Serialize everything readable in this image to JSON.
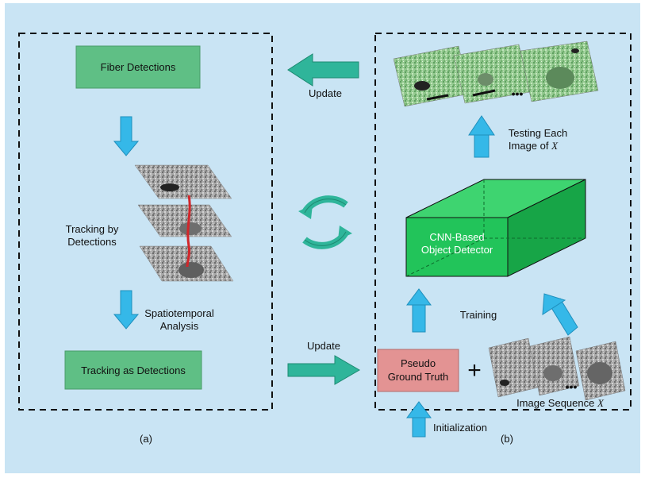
{
  "colors": {
    "background": "#c9e4f4",
    "green_box": "#5fbf85",
    "pink_box": "#e39393",
    "blue_arrow": "#35b8e8",
    "teal_arrow": "#2fb59a",
    "cube_green": "#22c45a",
    "dashed_border": "#111111"
  },
  "panel_a": {
    "caption": "(a)",
    "fiber_detections": "Fiber Detections",
    "tracking_by_detections_line1": "Tracking by",
    "tracking_by_detections_line2": "Detections",
    "spatiotemporal_line1": "Spatiotemporal",
    "spatiotemporal_line2": "Analysis",
    "tracking_as_detections": "Tracking as Detections"
  },
  "panel_b": {
    "caption": "(b)",
    "testing_line1": "Testing Each",
    "testing_line2": "Image of",
    "testing_symbol": "X",
    "cnn_line1": "CNN-Based",
    "cnn_line2": "Object Detector",
    "training": "Training",
    "pseudo_line1": "Pseudo",
    "pseudo_line2": "Ground Truth",
    "plus": "+",
    "image_sequence": "Image Sequence",
    "image_sequence_symbol": "X",
    "initialization": "Initialization",
    "ellipsis_top": "•••",
    "ellipsis_bottom": "•••"
  },
  "center": {
    "update_top": "Update",
    "update_bottom": "Update",
    "cycle_icon": "refresh-cycle-icon"
  }
}
